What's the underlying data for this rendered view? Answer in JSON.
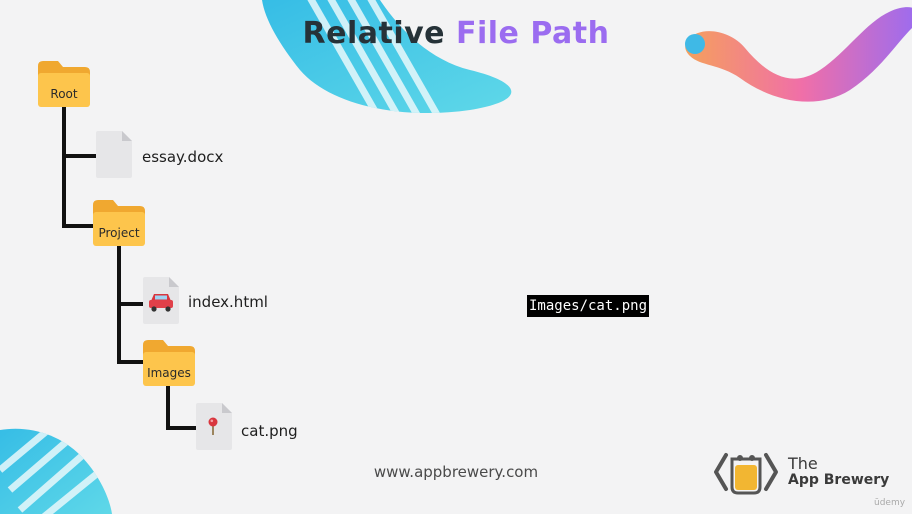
{
  "slide": {
    "title_part1": "Relative",
    "title_part2": "File Path",
    "accent_color": "#9b6cf0",
    "title_color": "#263238"
  },
  "tree": {
    "root_label": "Root",
    "file1_label": "essay.docx",
    "project_label": "Project",
    "file2_label": "index.html",
    "images_label": "Images",
    "file3_label": "cat.png",
    "folder_color": "#fdc54c",
    "folder_icon": "folder-icon",
    "file_icon": "file-icon",
    "car_icon": "car-icon",
    "pin_icon": "pin-icon"
  },
  "code_label": "Images/cat.png",
  "footer": {
    "website": "www.appbrewery.com",
    "brand_line1": "The",
    "brand_line2": "App Brewery",
    "watermark": "ūdemy"
  },
  "decor_colors": {
    "blue": "#39c2e4",
    "purple": "#9b6cf0",
    "orange": "#f59c5a",
    "pink": "#f06fa8"
  }
}
